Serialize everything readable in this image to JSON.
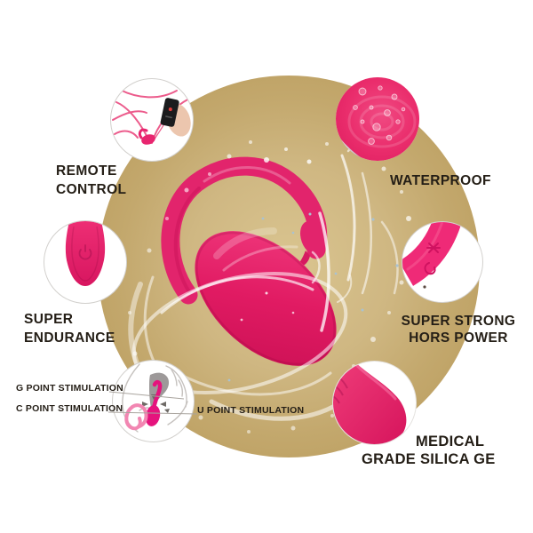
{
  "features": {
    "remote_control": {
      "line1": "REMOTE",
      "line2": "CONTROL"
    },
    "waterproof": {
      "label": "WATERPROOF"
    },
    "super_endurance": {
      "line1": "SUPER",
      "line2": "ENDURANCE"
    },
    "hors_power": {
      "line1": "SUPER STRONG",
      "line2": "HORS POWER"
    },
    "g_point": {
      "label": "G POINT STIMULATION"
    },
    "c_point": {
      "label": "C POINT STIMULATION"
    },
    "u_point": {
      "label": "U POINT STIMULATION"
    },
    "medical_grade": {
      "line1": "MEDICAL",
      "line2": "GRADE SILICA GE"
    }
  },
  "palette": {
    "product_pink": "#e4216b",
    "product_pink_dark": "#c90f53",
    "backdrop_tan": "#c3a86d",
    "backdrop_cream": "#f1e9d3",
    "label_text": "#241e16",
    "callout_line": "#a9a49e",
    "anatomy_gray": "#9d9999"
  },
  "icons": {
    "endurance_button": "power-icon",
    "remote_device": "phone-icon",
    "waterproof_marks": "water-drop-icon"
  }
}
